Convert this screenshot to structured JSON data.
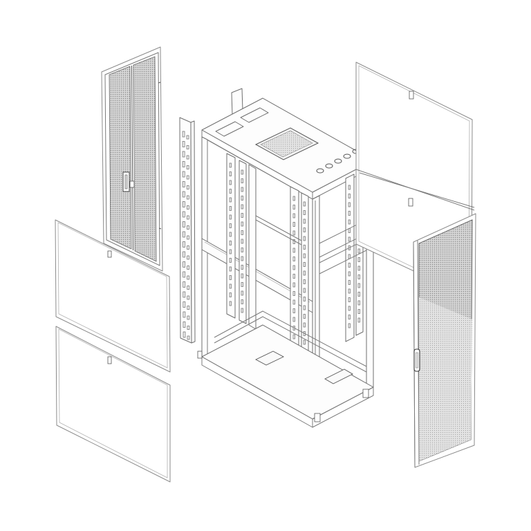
{
  "figure": {
    "background": "#ffffff",
    "line_color": "#7a7a7a",
    "perforation_color": "#8c8c8c",
    "components": [
      {
        "id": "split-rear-door",
        "icon": "perforated-double-door"
      },
      {
        "id": "side-panel-upper-left",
        "icon": "solid-side-panel"
      },
      {
        "id": "side-panel-lower-left",
        "icon": "solid-side-panel"
      },
      {
        "id": "vertical-pdu-rail",
        "icon": "slotted-rail"
      },
      {
        "id": "rear-mounting-rail",
        "icon": "slotted-rail"
      },
      {
        "id": "rack-frame",
        "icon": "rack-frame"
      },
      {
        "id": "side-panel-right",
        "icon": "solid-side-panel"
      },
      {
        "id": "front-door-right",
        "icon": "perforated-front-door"
      }
    ]
  }
}
